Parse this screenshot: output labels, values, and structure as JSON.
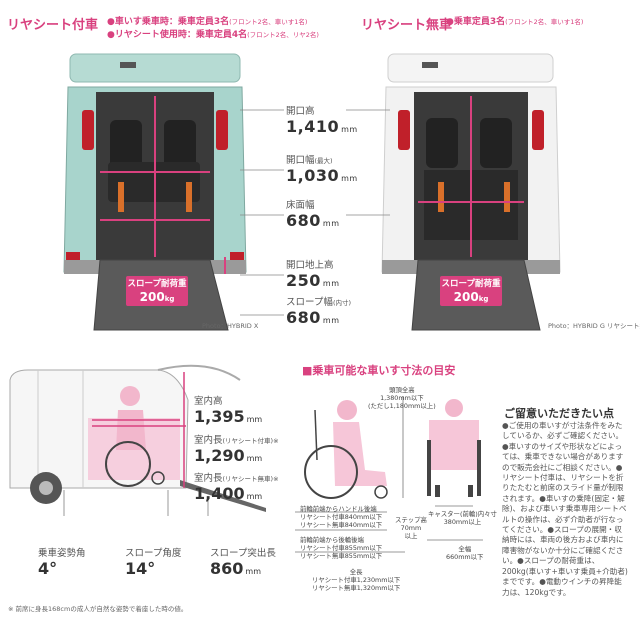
{
  "left": {
    "title": "リヤシート付車",
    "legend1": "車いす乗車時：乗車定員3名",
    "legend1_note": "(フロント2名、車いす1名)",
    "legend2": "リヤシート使用時：乗車定員4名",
    "legend2_note": "(フロント2名、リヤ2名)",
    "ramp_label": "スロープ耐荷重",
    "ramp_value": "200",
    "ramp_unit": "kg",
    "photo": "Photo：HYBRID X"
  },
  "right": {
    "title": "リヤシート無車",
    "legend1": "乗車定員3名",
    "legend1_note": "(フロント2名、車いす1名)",
    "ramp_label": "スロープ耐荷重",
    "ramp_value": "200",
    "ramp_unit": "kg",
    "photo": "Photo：HYBRID G リヤシート無車"
  },
  "dims": [
    {
      "label": "開口高",
      "note": "",
      "value": "1,410",
      "unit": "mm"
    },
    {
      "label": "開口幅",
      "note": "(最大)",
      "value": "1,030",
      "unit": "mm"
    },
    {
      "label": "床面幅",
      "note": "",
      "value": "680",
      "unit": "mm"
    },
    {
      "label": "開口地上高",
      "note": "",
      "value": "250",
      "unit": "mm"
    },
    {
      "label": "スロープ幅",
      "note": "(内寸)",
      "value": "680",
      "unit": "mm"
    }
  ],
  "side": {
    "specs": [
      {
        "label": "室内高",
        "note": "",
        "value": "1,395",
        "unit": "mm"
      },
      {
        "label": "室内長",
        "note": "(リヤシート付車)※",
        "value": "1,290",
        "unit": "mm"
      },
      {
        "label": "室内長",
        "note": "(リヤシート無車)※",
        "value": "1,400",
        "unit": "mm"
      }
    ],
    "angles": [
      {
        "label": "乗車姿勢角",
        "value": "4",
        "unit": "°"
      },
      {
        "label": "スロープ角度",
        "value": "14",
        "unit": "°"
      },
      {
        "label": "スロープ突出長",
        "value": "860",
        "unit": "mm"
      }
    ],
    "footnote": "※ 前席に身長168cmの成人が自然な姿勢で着座した時の値。"
  },
  "wheelchair": {
    "title": "乗車可能な車いす寸法の目安",
    "height_l1": "頭頂全高",
    "height_l2": "1,380mm以下",
    "height_l3": "(ただし1,180mm以上)",
    "a_l1": "前輪前端からハンドル後端",
    "a_l2": "リヤシート付車840mm以下",
    "a_l3": "リヤシート無車840mm以下",
    "b_l1": "前輪前端から後輪後端",
    "b_l2": "リヤシート付車855mm以下",
    "b_l3": "リヤシート無車855mm以下",
    "c_l1": "全長",
    "c_l2": "リヤシート付車1,230mm以下",
    "c_l3": "リヤシート無車1,320mm以下",
    "step_l1": "ステップ高",
    "step_l2": "70mm",
    "step_l3": "以上",
    "caster_l1": "キャスター(前輪)内々寸",
    "caster_l2": "380mm以上",
    "width_l1": "全幅",
    "width_l2": "660mm以下"
  },
  "notes": {
    "title": "ご留意いただきたい点",
    "body": "●ご使用の車いすが寸法条件をみたしているか、必ずご確認ください。●車いすのサイズや形状などによっては、乗車できない場合がありますので販売会社にご相談ください。●リヤシート付車は、リヤシートを折りたたむと前席のスライド量が制限されます。●車いすの乗降(固定・解除)、および車いす乗車専用シートベルトの操作は、必ず介助者が行なってください。●スロープの展開・収納時には、車両の後方および車内に障害物がないか十分にご確認ください。●スロープの耐荷重は、200kg(車いす+車いす乗員+介助者)までです。●電動ウインチの昇降能力は、120kgです。"
  },
  "colors": {
    "accent": "#d9417f",
    "accent_light": "#f6c6d8",
    "teal_body": "#a8d4cc"
  }
}
